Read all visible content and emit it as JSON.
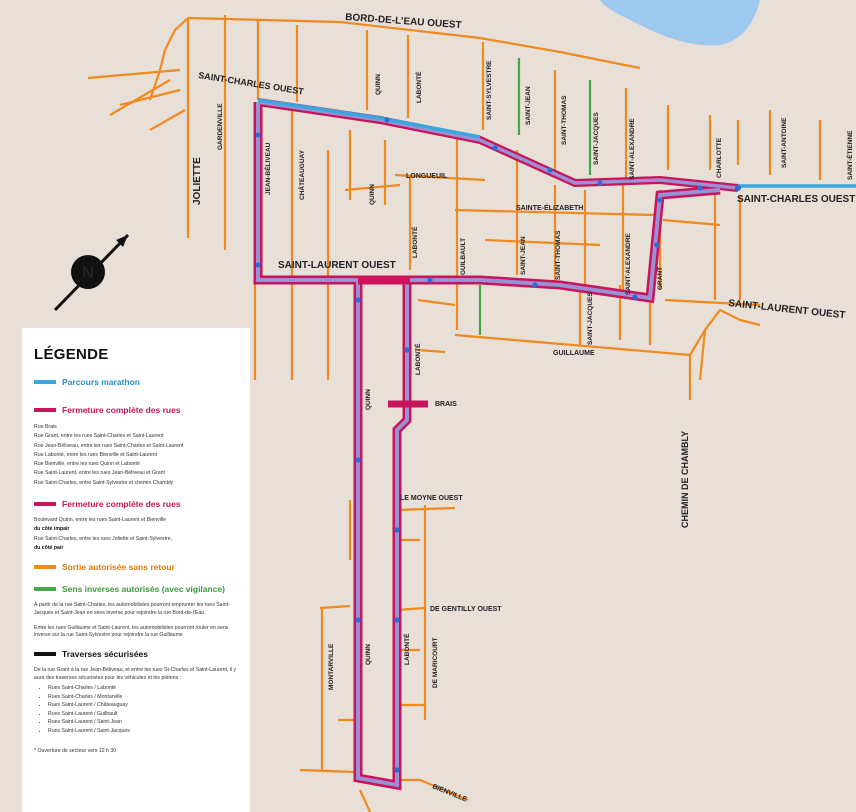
{
  "streets": {
    "bord_de_leau_ouest": "BORD-DE-L’EAU OUEST",
    "saint_charles_ouest_top": "SAINT-CHARLES OUEST",
    "saint_charles_ouest_right": "SAINT-CHARLES OUEST",
    "saint_laurent_ouest_left": "SAINT-LAURENT OUEST",
    "saint_laurent_ouest_right": "SAINT-LAURENT OUEST",
    "joliette": "JOLIETTE",
    "gardenville": "GARDENVILLE",
    "jean_beliveau": "JEAN-BÉLIVEAU",
    "chateauguay": "CHÂTEAUGUAY",
    "quinn_top": "QUINN",
    "quinn_mid": "QUINN",
    "quinn_low1": "QUINN",
    "quinn_low2": "QUINN",
    "labonte_top": "LABONTÉ",
    "labonte_mid": "LABONTÉ",
    "labonte_low1": "LABONTÉ",
    "labonte_low2": "LABONTÉ",
    "saint_sylvestre": "SAINT-SYLVESTRE",
    "saint_jean_top": "SAINT-JEAN",
    "saint_jean_mid": "SAINT-JEAN",
    "saint_thomas_top": "SAINT-THOMAS",
    "saint_thomas_mid": "SAINT-THOMAS",
    "saint_jacques_top": "SAINT-JACQUES",
    "saint_jacques_mid": "SAINT-JACQUES",
    "saint_alexandre_top": "SAINT-ALEXANDRE",
    "saint_alexandre_mid": "SAINT-ALEXANDRE",
    "charlotte": "CHARLOTTE",
    "saint_antoine": "SAINT-ANTOINE",
    "saint_etienne": "SAINT-ÉTIENNE",
    "longueuil": "LONGUEUIL",
    "sainte_elizabeth": "SAINTE-ÉLIZABETH",
    "guilbault": "GUILBAULT",
    "grant": "GRANT",
    "guillaume": "GUILLAUME",
    "brais": "BRAIS",
    "chemin_de_chambly": "CHEMIN DE CHAMBLY",
    "le_moyne_ouest": "LE MOYNE OUEST",
    "de_gentilly_ouest": "DE GENTILLY OUEST",
    "de_maricourt": "DE MARICOURT",
    "montarville": "MONTARVILLE",
    "bienville": "BIENVILLE"
  },
  "north_arrow": "N",
  "legend": {
    "title": "LÉGENDE",
    "items": [
      {
        "label": "Parcours marathon",
        "color": "#3aa6dd"
      },
      {
        "label": "Fermeture complète des rues",
        "color": "#c8145a"
      },
      {
        "label": "Fermeture complète des rues",
        "color": "#c8145a"
      },
      {
        "label": "Sortie autorisée sans retour",
        "color": "#f08a1e"
      },
      {
        "label": "Sens inverses autorisés (avec vigilance)",
        "color": "#45a845"
      },
      {
        "label": "Traverses sécurisées",
        "color": "#111111"
      }
    ],
    "closures1": [
      "Rue Brais",
      "Rue Grant, entre les rues Saint-Charles et Saint-Laurent",
      "Rue Jean-Béliveau, entre les rues Saint-Charles et Saint-Laurent",
      "Rue Labonté, entre les rues Bienville et Saint-Laurent",
      "Rue Bienville, entre les rues Quinn et Labonté",
      "Rue Saint-Laurent, entre les rues Jean-Béliveau et Grant",
      "Rue Saint-Charles, entre Saint-Sylvestre et chemin Chambly"
    ],
    "closures2_line1": "Boulevard Quinn, entre les rues Saint-Laurent et Bienville",
    "closures2_line1_side": "du côté impair",
    "closures2_line2": "Rue Saint-Charles, entre les rues Joliette et Saint-Sylvestre,",
    "closures2_line2_side": "du côté pair",
    "green_text1": "À partir de la rue Saint-Charles, les automobilistes pourront emprunter les rues Saint-Jacques et Saint-Jean en sens inverse pour rejoindre la rue Bord-de-l’Eau",
    "green_text2": "Entre les rues Guillaume et Saint-Laurent, les automobilistes pourront rouler en sens inverse sur la rue Saint-Sylvestre pour rejoindre la rue Guillaume",
    "crossings_intro": "De la rue Grant à la rue Jean-Béliveau, et entre les rues St-Charles et Saint-Laurent, il y aura des traverses sécurisées pour les véhicules et les piétons :",
    "crossings": [
      "Rues Saint-Charles / Labonté",
      "Rues Saint-Charles / Montarville",
      "Rues Saint-Laurent / Châteauguay",
      "Rues Saint-Laurent / Guilbault",
      "Rues Saint-Laurent / Saint-Jean",
      "Rues Saint-Laurent / Saint-Jacques"
    ],
    "footnote": "* Ouverture de secteur vers 12 h 30"
  }
}
